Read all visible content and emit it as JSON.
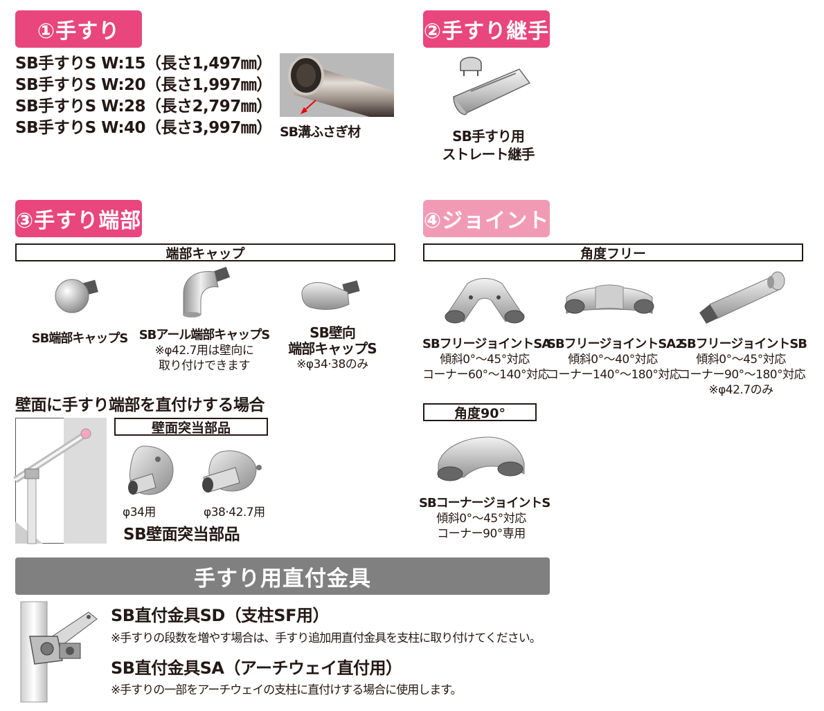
{
  "sections": {
    "s1": {
      "title": "①手すり"
    },
    "s2": {
      "title": "②手すり継手"
    },
    "s3": {
      "title": "③手すり端部"
    },
    "s4": {
      "title": "④ジョイント"
    }
  },
  "handrail": {
    "lines": [
      "SB手すりS W:15（長さ1,497㎜）",
      "SB手すりS W:20（長さ1,997㎜）",
      "SB手すりS W:28（長さ2,797㎜）",
      "SB手すりS W:40（長さ3,997㎜）"
    ],
    "image_label": "SB溝ふさぎ材"
  },
  "joint_straight": {
    "line1": "SB手すり用",
    "line2": "ストレート継手"
  },
  "end_caps": {
    "header": "端部キャップ",
    "cap_s": "SB端部キャップS",
    "arc_cap": {
      "name": "SBアール端部キャップS",
      "note1": "※φ42.7用は壁向に",
      "note2": "取り付けできます"
    },
    "wall_cap": {
      "line1": "SB壁向",
      "line2": "端部キャップS",
      "note": "※φ34·38のみ"
    }
  },
  "wall_mount": {
    "title": "壁面に手すり端部を直付けする場合",
    "box_header": "壁面突当部品",
    "label_34": "φ34用",
    "label_38": "φ38·42.7用",
    "name": "SB壁面突当部品"
  },
  "joints": {
    "free_header": "角度フリー",
    "sa": {
      "name": "SBフリージョイントSA",
      "l1": "傾斜0°～45°対応",
      "l2": "コーナー60°～140°対応"
    },
    "sa2": {
      "name": "SBフリージョイントSA2",
      "l1": "傾斜0°～40°対応",
      "l2": "コーナー140°～180°対応"
    },
    "sb": {
      "name": "SBフリージョイントSB",
      "l1": "傾斜0°～45°対応",
      "l2": "コーナー90°～180°対応",
      "l3": "※φ42.7のみ"
    },
    "deg90_header": "角度90°",
    "corner": {
      "name": "SBコーナージョイントS",
      "l1": "傾斜0°～45°対応",
      "l2": "コーナー90°専用"
    }
  },
  "direct_fitting": {
    "bar": "手すり用直付金具",
    "sd": {
      "name": "SB直付金具SD（支柱SF用）",
      "note": "※手すりの段数を増やす場合は、手すり追加用直付金具を支柱に取り付けてください。"
    },
    "sa": {
      "name": "SB直付金具SA（アーチウェイ直付用）",
      "note": "※手すりの一部をアーチウェイの支柱に直付けする場合に使用します。"
    }
  },
  "colors": {
    "pink": "#e8467c",
    "light_pink": "#f19ab6",
    "gray_bar": "#808080"
  }
}
